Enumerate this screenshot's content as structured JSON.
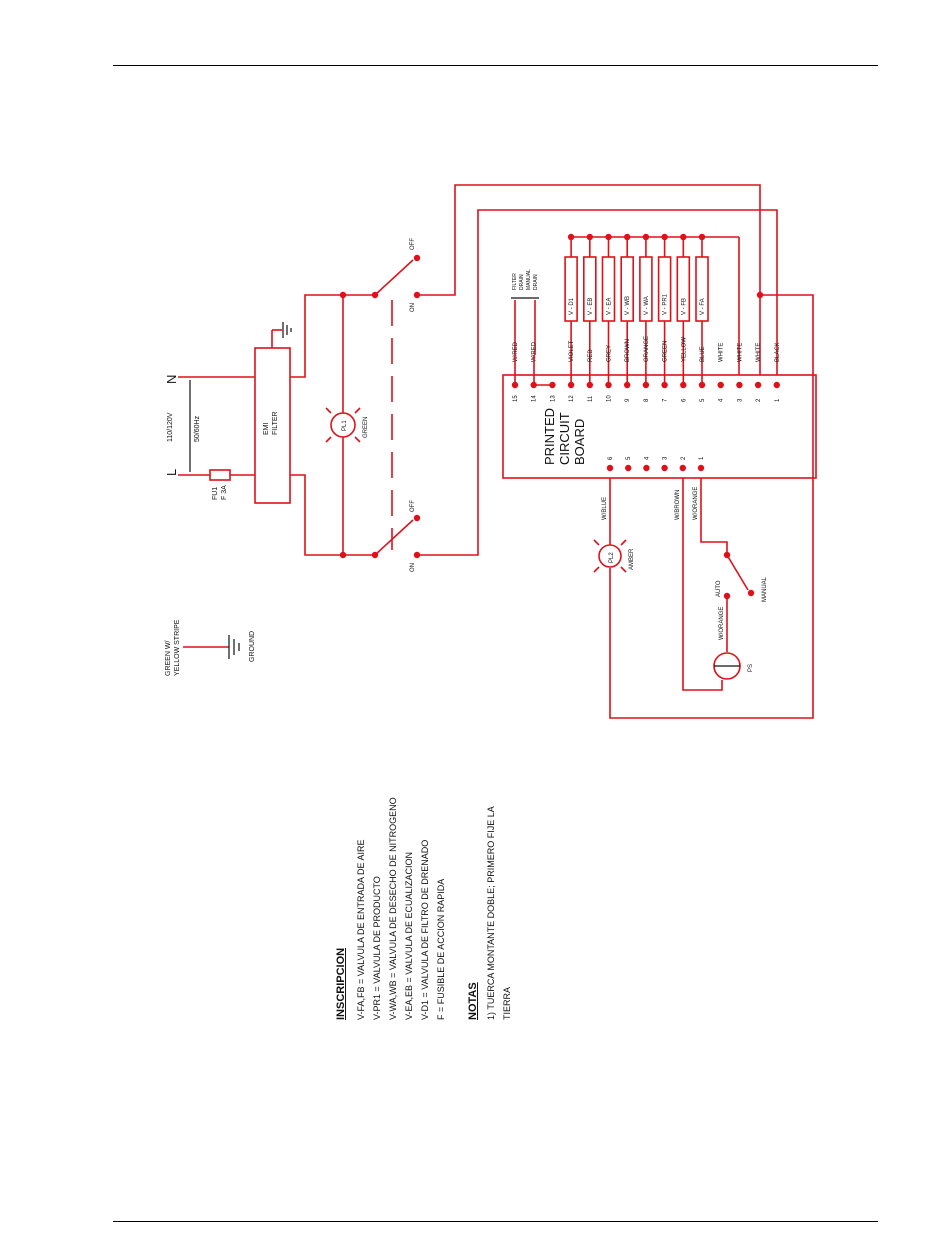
{
  "side_labels": {
    "neutral": "N",
    "line": "L",
    "supply": "110/120V",
    "frequency": "50/60Hz",
    "emi_filter_line1": "EMI",
    "emi_filter_line2": "FILTER",
    "fuse_label_1": "FU1",
    "fuse_label_2": "F 3A",
    "pl1": "PL1",
    "pl1_color": "GREEN",
    "pl2": "PL2",
    "pl2_color": "AMBER",
    "ps": "PS",
    "switch_on_top": "ON",
    "switch_off_top": "OFF",
    "switch_on_bottom": "ON",
    "switch_off_bottom": "OFF",
    "filter_drain_1": "FILTER",
    "filter_drain_2": "DRAIN",
    "filter_drain_3": "MANUAL",
    "filter_drain_4": "DRAIN",
    "ground_wire_1": "GREEN W/",
    "ground_wire_2": "YELLOW STRIPE",
    "ground": "GROUND",
    "auto": "AUTO",
    "manual": "MANUAL",
    "pcb_1": "PRINTED",
    "pcb_2": "CIRCUIT",
    "pcb_3": "BOARD"
  },
  "pcb_top_pins": [
    "15",
    "14",
    "13",
    "12",
    "11",
    "10",
    "9",
    "8",
    "7",
    "6",
    "5",
    "4",
    "3",
    "2",
    "1"
  ],
  "pcb_bottom_pins": [
    "6",
    "5",
    "4",
    "3",
    "2",
    "1"
  ],
  "wire_colors_top": [
    "W/RED",
    "W/RED",
    "",
    "VIOLET",
    "RED",
    "GREY",
    "BROWN",
    "ORANGE",
    "GREEN",
    "YELLOW",
    "BLUE",
    "WHITE",
    "WHITE",
    "WHITE",
    "BLACK"
  ],
  "wire_colors_bottom": [
    "W/BLUE",
    "W/BROWN",
    "W/ORANGE",
    "W/ORANGE"
  ],
  "valves": [
    "V - D1",
    "V - EB",
    "V - EA",
    "V - WB",
    "V - WA",
    "V - PR1",
    "V - FB",
    "V - FA"
  ],
  "notes": {
    "inscription_title": "INSCRIPCION",
    "inscription_lines": [
      "V-FA,FB = VALVULA DE ENTRADA DE AIRE",
      "V-PR1 = VALVULA DE PRODUCTO",
      "V-WA,WB = VALVULA DE DESECHO DE NITROGENO",
      "V-EA,EB = VALVULA DE ECUALIZACION",
      "V-D1 = VALVULA DE FILTRO DE DRENADO",
      "F = FUSIBLE DE ACCION RAPIDA"
    ],
    "notes_title": "NOTAS",
    "notes_lines": [
      "1) TUERCA MONTANTE DOBLE; PRIMERO FIJE LA",
      "TIERRA"
    ]
  }
}
